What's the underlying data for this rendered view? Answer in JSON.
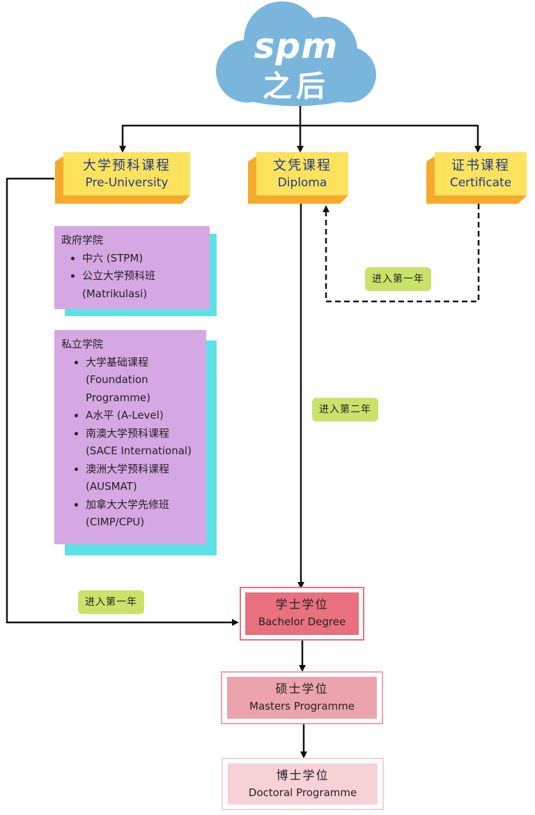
{
  "header": {
    "title_top": "spm",
    "title_bottom": "之后"
  },
  "categories": [
    {
      "zh": "大学预科课程",
      "en": "Pre-University"
    },
    {
      "zh": "文凭课程",
      "en": "Diploma"
    },
    {
      "zh": "证书课程",
      "en": "Certificate"
    }
  ],
  "government": {
    "heading": "政府学院",
    "items": [
      "中六 (STPM)",
      "公立大学预科班 (Matrikulasi)"
    ]
  },
  "private": {
    "heading": "私立学院",
    "items": [
      "大学基础课程 (Foundation Programme)",
      "A水平 (A-Level)",
      "南澳大学预科课程 (SACE International)",
      "澳洲大学预科课程 (AUSMAT)",
      "加拿大大学先修班 (CIMP/CPU)"
    ]
  },
  "labels": {
    "cert_to_diploma": "进入第一年",
    "diploma_to_bachelor": "进入第二年",
    "preu_to_bachelor": "进入第一年"
  },
  "degrees": [
    {
      "zh": "学士学位",
      "en": "Bachelor Degree"
    },
    {
      "zh": "硕士学位",
      "en": "Masters Programme"
    },
    {
      "zh": "博士学位",
      "en": "Doctoral Programme"
    }
  ],
  "colors": {
    "cloud": "#7ab6dc",
    "category_face": "#fde25e",
    "category_side": "#f7a92b",
    "category_text": "#1f3a8a",
    "info_box": "#d6a8e3",
    "info_shadow": "#5ee1e6",
    "tag": "#c9e26a",
    "bachelor": "#e8707f",
    "masters": "#eba4ab",
    "doctoral": "#f6d1d6"
  }
}
